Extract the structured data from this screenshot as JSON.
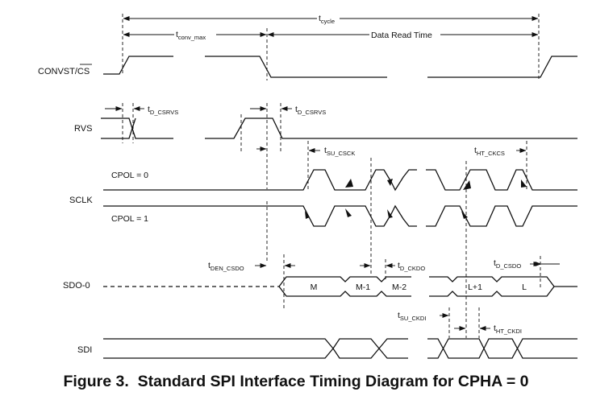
{
  "signals": {
    "convst": "CONVST/CS",
    "rvs": "RVS",
    "sclk": "SCLK",
    "sdo": "SDO-0",
    "sdi": "SDI"
  },
  "modes": {
    "cpol0": "CPOL = 0",
    "cpol1": "CPOL = 1"
  },
  "timing": {
    "tcycle": {
      "main": "t",
      "sub": "cycle"
    },
    "tconv": {
      "main": "t",
      "sub": "conv_max"
    },
    "data_read": "Data Read Time",
    "td_csrvs_1": {
      "main": "t",
      "sub": "D_CSRVS"
    },
    "td_csrvs_2": {
      "main": "t",
      "sub": "D_CSRVS"
    },
    "tsu_csck": {
      "main": "t",
      "sub": "SU_CSCK"
    },
    "tht_ckcs": {
      "main": "t",
      "sub": "HT_CKCS"
    },
    "tden_csdo": {
      "main": "t",
      "sub": "DEN_CSDO"
    },
    "td_ckdo": {
      "main": "t",
      "sub": "D_CKDO"
    },
    "td_csdo": {
      "main": "t",
      "sub": "D_CSDO"
    },
    "tsu_ckdi": {
      "main": "t",
      "sub": "SU_CKDI"
    },
    "tht_ckdi": {
      "main": "t",
      "sub": "HT_CKDI"
    }
  },
  "sdo_bits": [
    "M",
    "M-1",
    "M-2",
    "L+1",
    "L"
  ],
  "caption": {
    "figure": "Figure 3.",
    "title": "Standard SPI Interface Timing Diagram for CPHA = 0"
  }
}
